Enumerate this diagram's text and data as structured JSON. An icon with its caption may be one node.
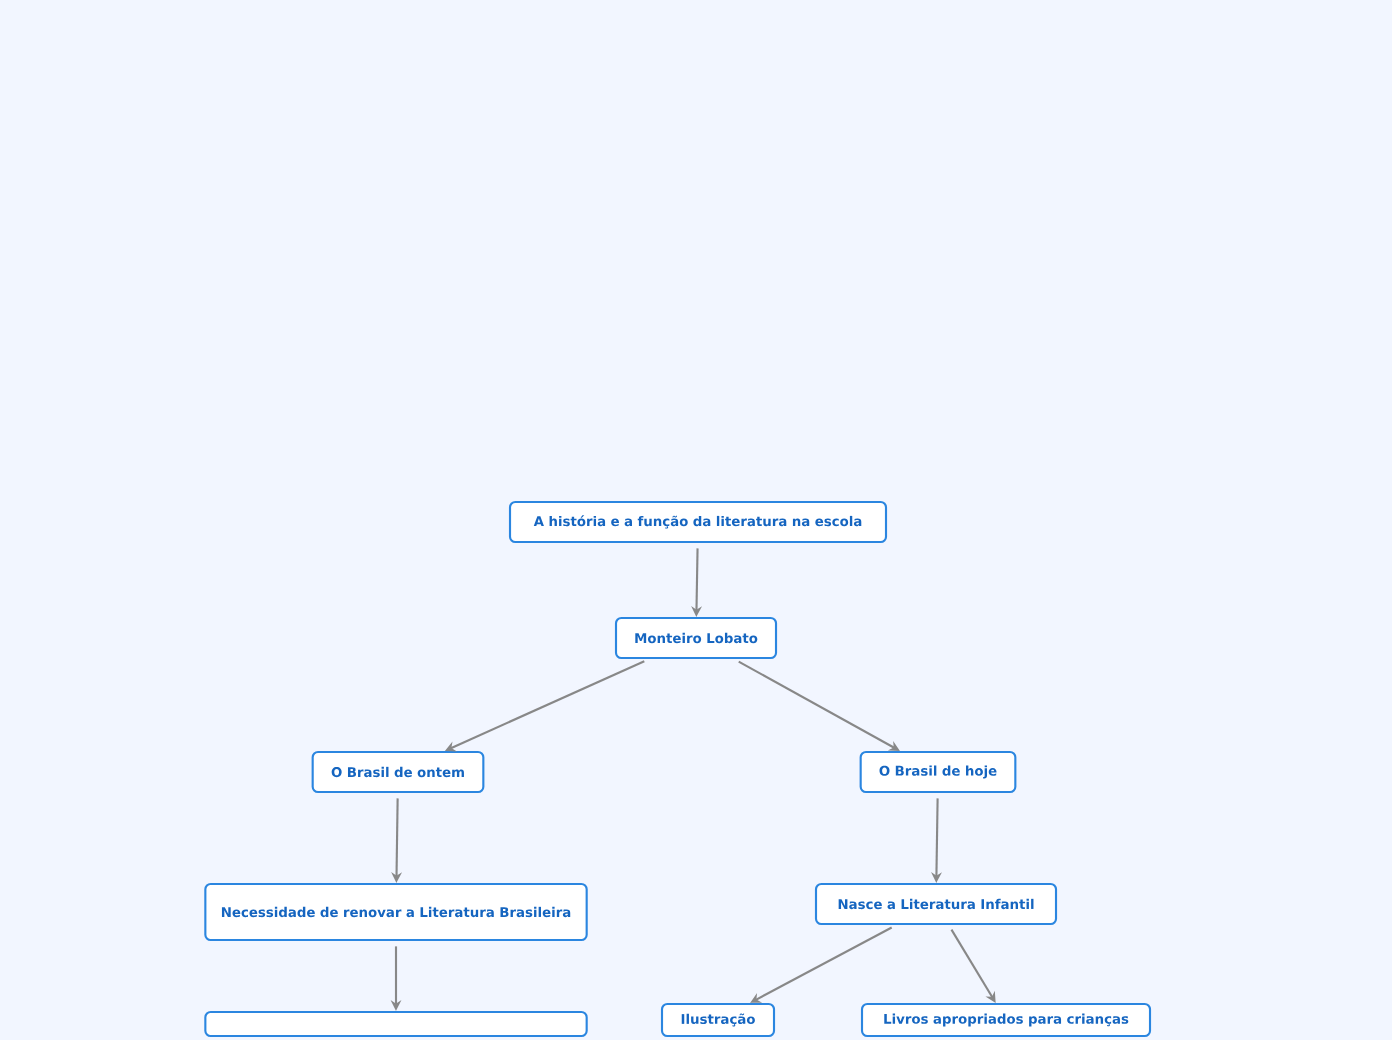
{
  "diagram": {
    "nodes": [
      {
        "text": [
          "A história e a função da literatura na escola"
        ]
      },
      {
        "text": [
          "Monteiro Lobato"
        ]
      },
      {
        "text": [
          "O Brasil de ontem"
        ]
      },
      {
        "text": [
          "O Brasil de hoje"
        ]
      },
      {
        "text": [
          "Necessidade de renovar a Literatura Brasileira"
        ]
      },
      {
        "text": [
          "Nasce a Literatura Infantil"
        ]
      },
      {
        "text": [],
        "shape": "box"
      },
      {
        "text": [
          "Ilustração"
        ]
      },
      {
        "text": [
          "Livros apropriados para crianças"
        ]
      }
    ],
    "edges": [
      {
        "from": 0,
        "to": 1,
        "arrow": "to"
      },
      {
        "from": 1,
        "to": 2,
        "arrow": "to"
      },
      {
        "from": 1,
        "to": 3,
        "arrow": "to"
      },
      {
        "from": 2,
        "to": 4,
        "arrow": "to"
      },
      {
        "from": 4,
        "to": 6,
        "arrow": "to"
      },
      {
        "from": 3,
        "to": 5,
        "arrow": "to"
      },
      {
        "from": 5,
        "to": 7,
        "arrow": "to"
      },
      {
        "from": 5,
        "to": 8,
        "arrow": "to"
      }
    ]
  }
}
